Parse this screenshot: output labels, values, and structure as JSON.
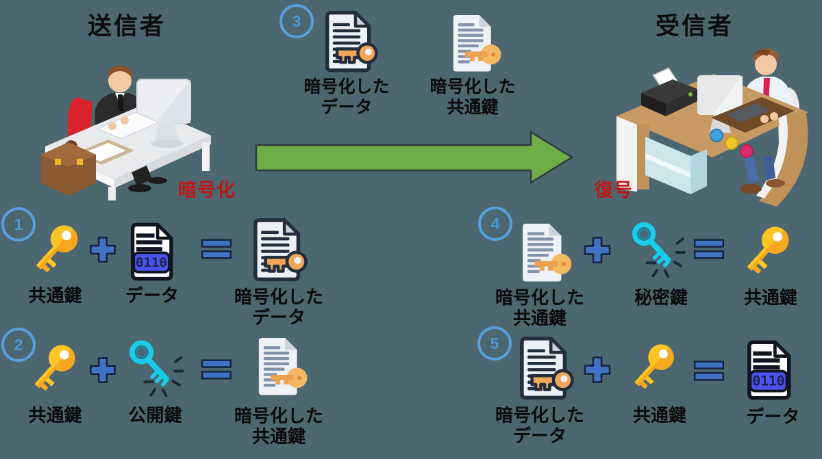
{
  "colors": {
    "background": "#4d6770",
    "operator_blue": "#3f72c2",
    "circle_number_blue": "#55a0dd",
    "arrow_green": "#6fad47",
    "process_red": "#c01616",
    "symmetric_key_yellow": "#ffc524",
    "asymmetric_key_cyan": "#17cdec",
    "label_black": "#0a0a0a"
  },
  "sender": {
    "title": "送信者",
    "process_label": "暗号化"
  },
  "receiver": {
    "title": "受信者",
    "process_label": "復号"
  },
  "transfer": {
    "number": "3",
    "items": [
      {
        "label1": "暗号化した",
        "label2": "データ"
      },
      {
        "label1": "暗号化した",
        "label2": "共通鍵"
      }
    ]
  },
  "steps": [
    {
      "number": "1",
      "operand1": {
        "label": "共通鍵"
      },
      "operand2": {
        "label": "データ"
      },
      "result": {
        "label1": "暗号化した",
        "label2": "データ"
      }
    },
    {
      "number": "2",
      "operand1": {
        "label": "共通鍵"
      },
      "operand2": {
        "label": "公開鍵"
      },
      "result": {
        "label1": "暗号化した",
        "label2": "共通鍵"
      }
    },
    {
      "number": "4",
      "operand1": {
        "label1": "暗号化した",
        "label2": "共通鍵"
      },
      "operand2": {
        "label": "秘密鍵"
      },
      "result": {
        "label": "共通鍵"
      }
    },
    {
      "number": "5",
      "operand1": {
        "label1": "暗号化した",
        "label2": "データ"
      },
      "operand2": {
        "label": "共通鍵"
      },
      "result": {
        "label": "データ"
      }
    }
  ],
  "icons": {
    "data_file_text": "0110"
  }
}
